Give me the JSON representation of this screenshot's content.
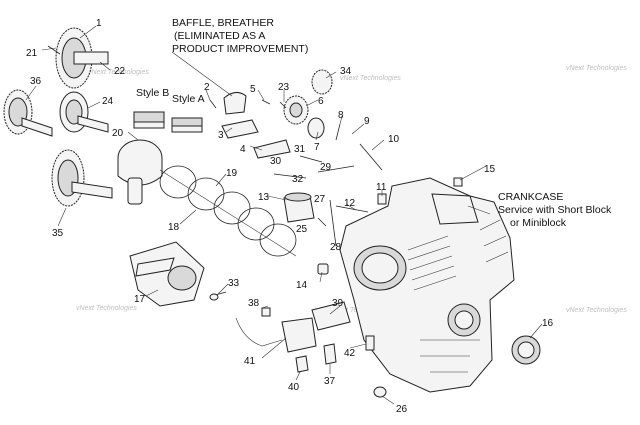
{
  "callouts": [
    "1",
    "2",
    "3",
    "4",
    "5",
    "6",
    "7",
    "8",
    "9",
    "10",
    "11",
    "12",
    "13",
    "14",
    "15",
    "16",
    "17",
    "18",
    "19",
    "20",
    "21",
    "22",
    "23",
    "24",
    "25",
    "26",
    "27",
    "28",
    "29",
    "30",
    "31",
    "32",
    "33",
    "34",
    "35",
    "36",
    "37",
    "38",
    "39",
    "40",
    "41",
    "42"
  ],
  "captions": {
    "baffle": [
      "BAFFLE, BREATHER",
      "(ELIMINATED AS A",
      "PRODUCT IMPROVEMENT)"
    ],
    "crankcase": [
      "CRANKCASE",
      "Service with Short Block",
      "or Miniblock"
    ],
    "style_b": "Style B",
    "style_a": "Style A"
  },
  "watermark": "vNext Technologies"
}
